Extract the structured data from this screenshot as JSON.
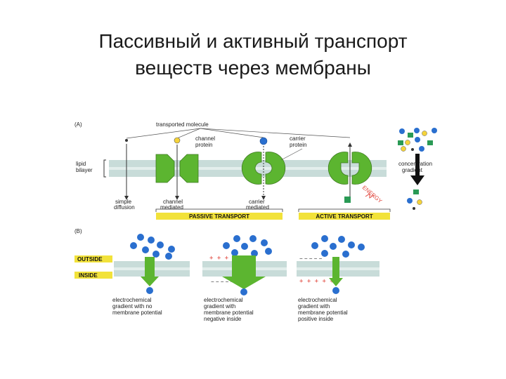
{
  "title": {
    "line1": "Пассивный и активный транспорт",
    "line2": "веществ через мембраны"
  },
  "panel_a": {
    "tag": "(A)",
    "transported_molecule": "transported molecule",
    "channel_protein": [
      "channel",
      "protein"
    ],
    "carrier_protein": [
      "carrier",
      "protein"
    ],
    "lipid_bilayer": [
      "lipid",
      "bilayer"
    ],
    "simple_diffusion": [
      "simple",
      "diffusion"
    ],
    "channel_mediated": [
      "channel",
      "mediated"
    ],
    "carrier_mediated": [
      "carrier",
      "mediated"
    ],
    "energy": "ENERGY",
    "passive_transport": "PASSIVE TRANSPORT",
    "active_transport": "ACTIVE TRANSPORT",
    "concentration_gradient": [
      "concentration",
      "gradient"
    ]
  },
  "panel_b": {
    "tag": "(B)",
    "outside": "OUTSIDE",
    "inside": "INSIDE",
    "plus_top_2": "+ + +          + +",
    "minus_bottom_2": "− −          − − −",
    "minus_top_3": "− − −          − −",
    "plus_bottom_3": "+ + +          + +",
    "caption_1": [
      "electrochemical",
      "gradient with no",
      "membrane potential"
    ],
    "caption_2": [
      "electrochemical",
      "gradient with",
      "membrane potential",
      "negative inside"
    ],
    "caption_3": [
      "electrochemical",
      "gradient with",
      "membrane potential",
      "positive inside"
    ],
    "ion_sign": "+",
    "ion_sign_neg": "−"
  },
  "colors": {
    "membrane": "#c8dcd9",
    "membrane_inner": "#e3eeec",
    "green": "#5cb530",
    "label_bg": "#f2e23a",
    "molecule_blue": "#2a6fcf",
    "molecule_yellow": "#f5d33a",
    "green_square": "#2a9a55"
  }
}
